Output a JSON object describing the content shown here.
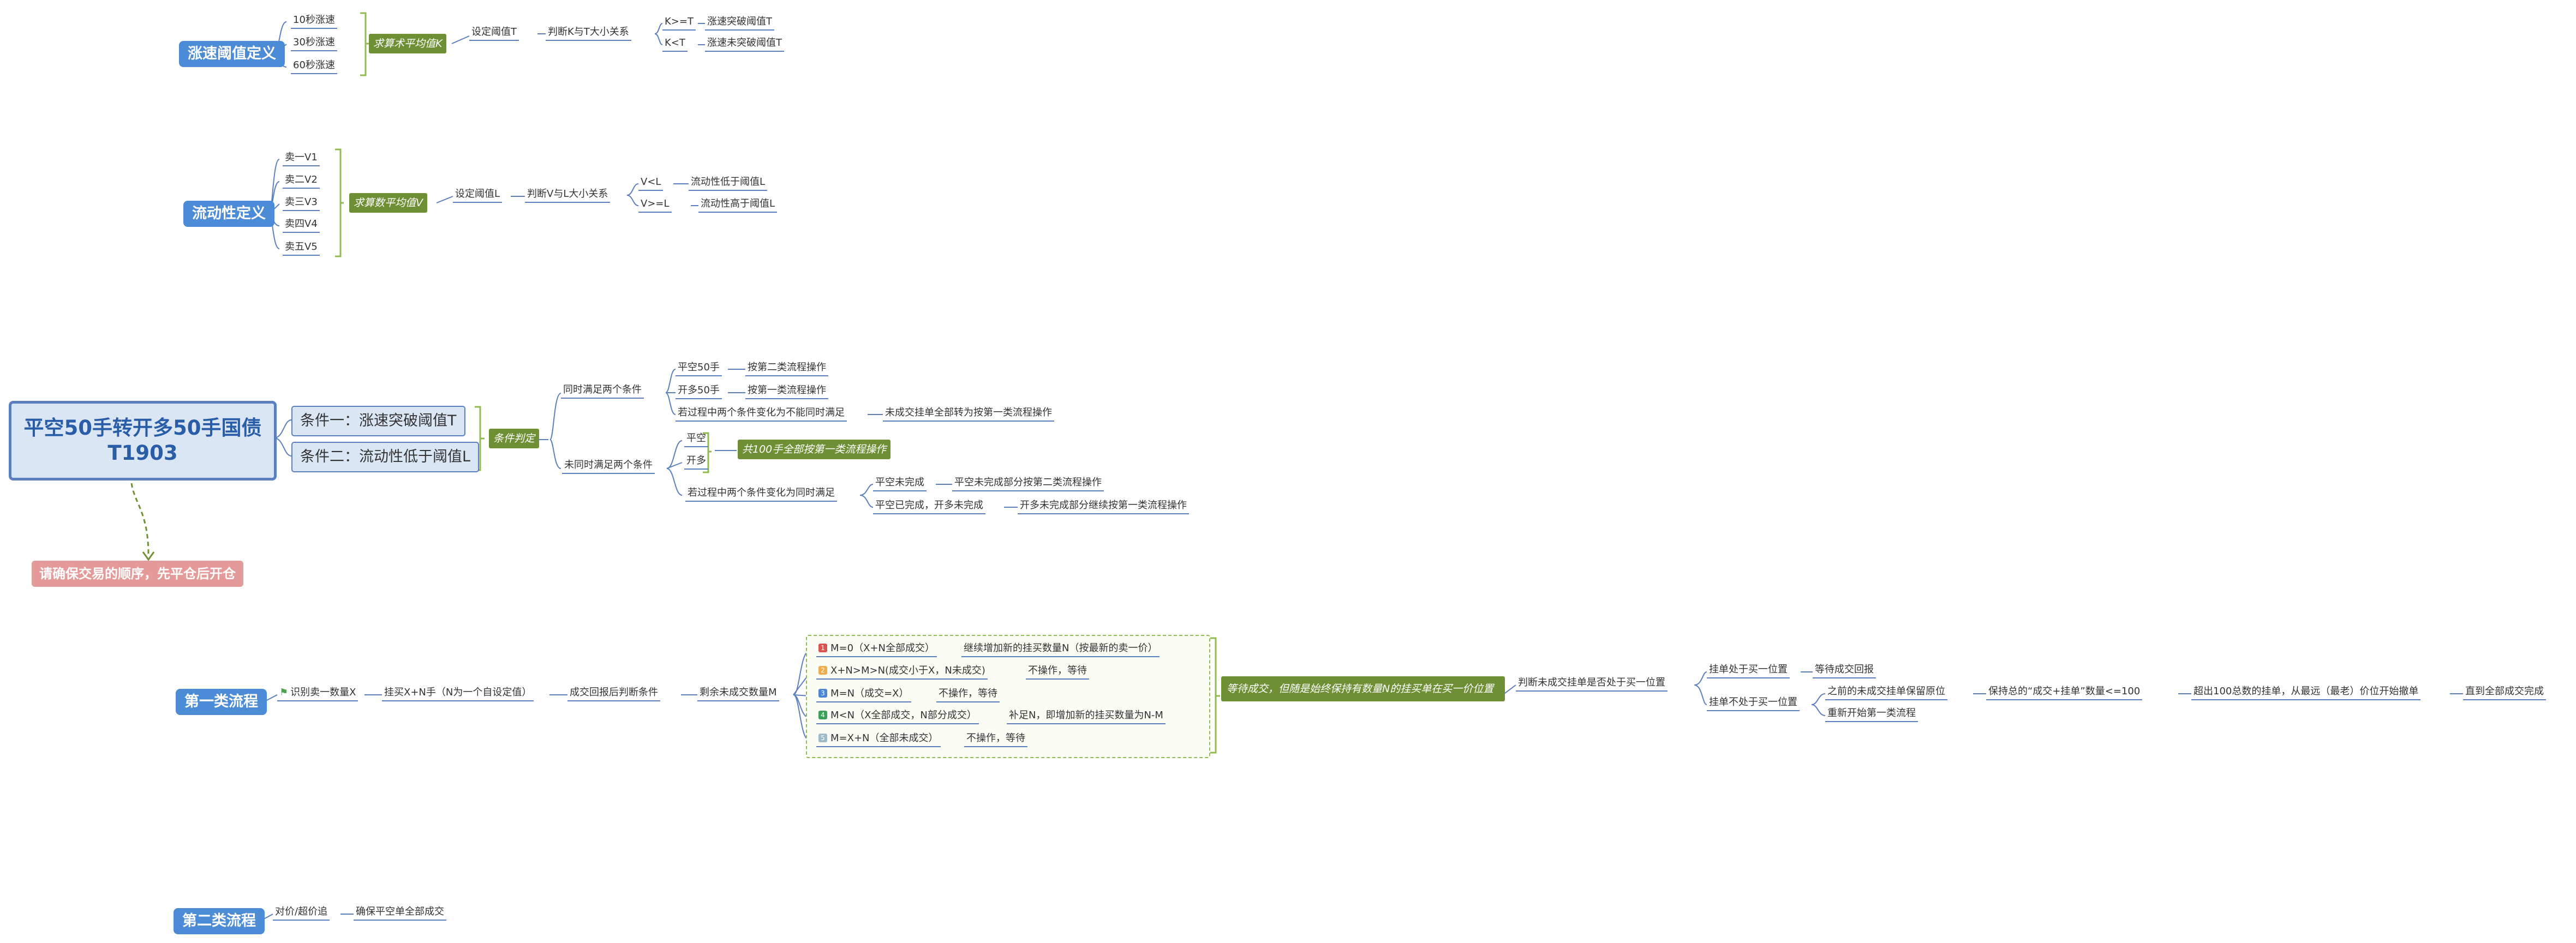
{
  "colors": {
    "accent": "#4c8bd6",
    "green": "#6f8f35",
    "warn": "#e59a9a",
    "line": "#5b7fbf"
  },
  "central": {
    "line1": "平空50手转开多50手国债",
    "line2": "T1903"
  },
  "note": "请确保交易的顺序，先平仓后开仓",
  "surge": {
    "title": "涨速阈值定义",
    "items": [
      "10秒涨速",
      "30秒涨速",
      "60秒涨速"
    ],
    "summary": "求算术平均值K",
    "setThreshold": "设定阈值T",
    "judge": "判断K与T大小关系",
    "cases": [
      {
        "cond": "K>=T",
        "result": "涨速突破阈值T"
      },
      {
        "cond": "K<T",
        "result": "涨速未突破阈值T"
      }
    ]
  },
  "liquidity": {
    "title": "流动性定义",
    "items": [
      "卖一V1",
      "卖二V2",
      "卖三V3",
      "卖四V4",
      "卖五V5"
    ],
    "summary": "求算数平均值V",
    "setThreshold": "设定阈值L",
    "judge": "判断V与L大小关系",
    "cases": [
      {
        "cond": "V<L",
        "result": "流动性低于阈值L"
      },
      {
        "cond": "V>=L",
        "result": "流动性高于阈值L"
      }
    ]
  },
  "conditions": {
    "cond1": "条件一：涨速突破阈值T",
    "cond2": "条件二：流动性低于阈值L",
    "judge": "条件判定",
    "both": {
      "label": "同时满足两个条件",
      "cases": [
        {
          "cond": "平空50手",
          "result": "按第二类流程操作"
        },
        {
          "cond": "开多50手",
          "result": "按第一类流程操作"
        },
        {
          "cond": "若过程中两个条件变化为不能同时满足",
          "result": "未成交挂单全部转为按第一类流程操作"
        }
      ]
    },
    "notBoth": {
      "label": "未同时满足两个条件",
      "items": [
        "平空",
        "开多"
      ],
      "summary": "共100手全部按第一类流程操作",
      "change": "若过程中两个条件变化为同时满足",
      "cases": [
        {
          "cond": "平空未完成",
          "result": "平空未完成部分按第二类流程操作"
        },
        {
          "cond": "平空已完成，开多未完成",
          "result": "开多未完成部分继续按第一类流程操作"
        }
      ]
    }
  },
  "flow1": {
    "title": "第一类流程",
    "steps": [
      "识别卖一数量X",
      "挂买X+N手（N为一个自设定值）",
      "成交回报后判断条件",
      "剩余未成交数量M"
    ],
    "branches": [
      {
        "cond": "M=0（X+N全部成交）",
        "result": "继续增加新的挂买数量N（按最新的卖一价）",
        "marker": "#d9534f",
        "mark": "1"
      },
      {
        "cond": "X+N>M>N(成交小于X，N未成交)",
        "result": "不操作，等待",
        "marker": "#f0ad4e",
        "mark": "2"
      },
      {
        "cond": "M=N（成交=X）",
        "result": "不操作，等待",
        "marker": "#4a86d8",
        "mark": "3"
      },
      {
        "cond": "M<N（X全部成交，N部分成交）",
        "result": "补足N，即增加新的挂买数量为N-M",
        "marker": "#3aa05a",
        "mark": "4"
      },
      {
        "cond": "M=X+N（全部未成交）",
        "result": "不操作，等待",
        "marker": "#9bbbc9",
        "mark": "5"
      }
    ],
    "summary": "等待成交，但随是始终保持有数量N的挂买单在买一价位置",
    "judge": "判断未成交挂单是否处于买一位置",
    "cases": {
      "atBid": {
        "cond": "挂单处于买一位置",
        "result": "等待成交回报"
      },
      "notAtBid": {
        "cond": "挂单不处于买一位置",
        "steps": [
          "之前的未成交挂单保留原位",
          "保持总的“成交+挂单”数量<=100",
          "超出100总数的挂单，从最远（最老）价位开始撤单",
          "直到全部成交完成"
        ],
        "restart": "重新开始第一类流程"
      }
    }
  },
  "flow2": {
    "title": "第二类流程",
    "steps": [
      "对价/超价追",
      "确保平空单全部成交"
    ]
  }
}
